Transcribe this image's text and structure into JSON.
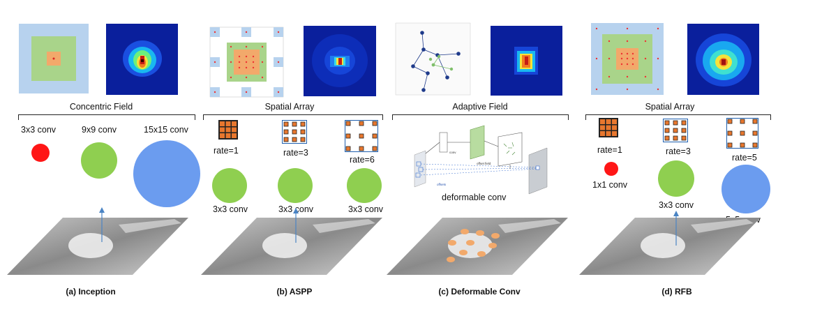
{
  "colors": {
    "red": "#ff1616",
    "green": "#8fcf50",
    "blue": "#6b9cef",
    "orange_dot": "#f2a96b",
    "kernel_orange": "#e8772e",
    "grid_blue": "#b7d2ee",
    "grid_green": "#a9d48a",
    "heat_bg": "#0a1f9c"
  },
  "panels": {
    "inception": {
      "header": "Concentric Field",
      "labels": [
        "3x3 conv",
        "9x9 conv",
        "15x15 conv"
      ],
      "caption": "(a) Inception"
    },
    "aspp": {
      "header": "Spatial Array",
      "rates": [
        "rate=1",
        "rate=3",
        "rate=6"
      ],
      "convs": [
        "3x3 conv",
        "3x3 conv",
        "3x3 conv"
      ],
      "caption": "(b) ASPP"
    },
    "deformable": {
      "header": "Adaptive Field",
      "label": "deformable conv",
      "inner_labels": [
        "conv",
        "offset field",
        "offsets"
      ],
      "caption": "(c) Deformable Conv"
    },
    "rfb": {
      "header": "Spatial Array",
      "rates": [
        "rate=1",
        "rate=3",
        "rate=5"
      ],
      "convs": [
        "1x1 conv",
        "3x3 conv",
        "5x5 conv"
      ],
      "caption": "(d) RFB"
    }
  }
}
